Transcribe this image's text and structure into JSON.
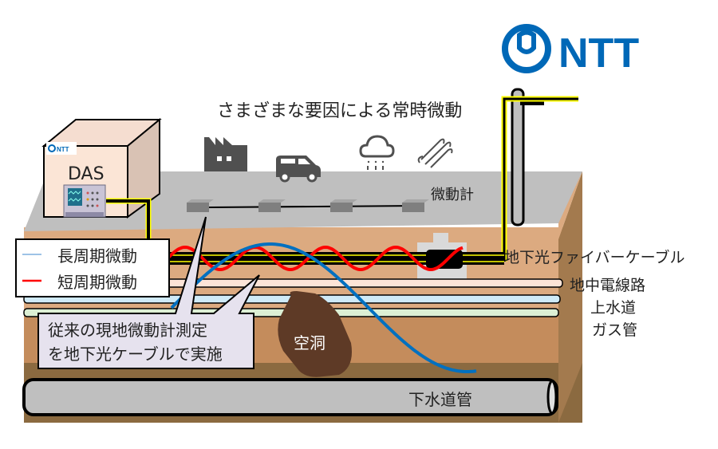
{
  "logo": {
    "text": "NTT",
    "color": "#0068b7"
  },
  "das": {
    "label": "DAS",
    "badge": "NTT"
  },
  "headline": "さまざまな要因による常時微動",
  "sources": [
    {
      "icon": "factory-icon"
    },
    {
      "icon": "van-icon"
    },
    {
      "icon": "rain-cloud-icon"
    },
    {
      "icon": "wind-icon"
    }
  ],
  "sensor_label": "微動計",
  "sensor_count": 4,
  "legend": {
    "items": [
      {
        "label": "長周期微動",
        "color": "#9dc3e6"
      },
      {
        "label": "短周期微動",
        "color": "#ff0000"
      }
    ]
  },
  "callout": {
    "line1": "従来の現地微動計測定",
    "line2": "を地下光ケーブルで実施"
  },
  "layers": {
    "fiber": "地下光ファイバーケーブル",
    "power": "地中電線路",
    "water": "上水道",
    "gas": "ガス管",
    "cavity": "空洞",
    "sewer": "下水道管"
  },
  "colors": {
    "long_wave": "#0070c0",
    "short_wave": "#ff0000",
    "fiber_highlight": "#ffff00",
    "soil": "#ddaa80",
    "road": "#bfbfbf"
  }
}
